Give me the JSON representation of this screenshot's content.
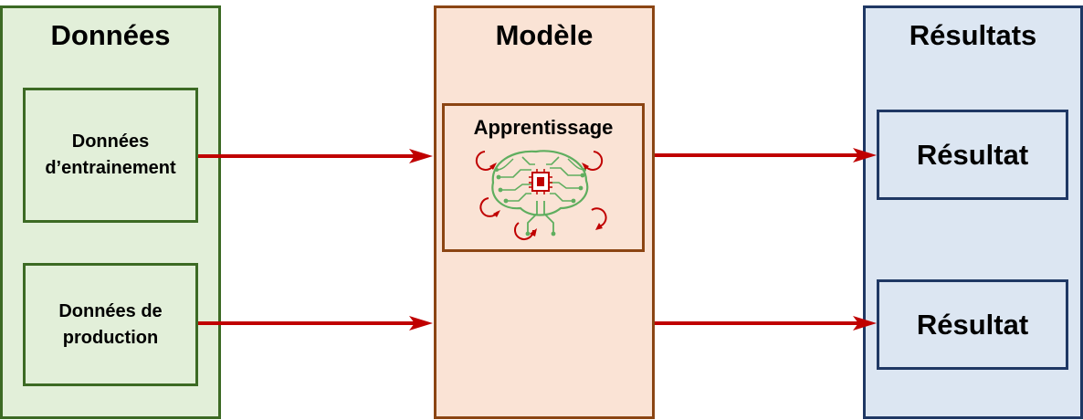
{
  "colors": {
    "data_fill": "#e2efd9",
    "data_border": "#3c6a24",
    "model_fill": "#fae3d5",
    "model_border": "#8b4513",
    "results_fill": "#dce6f2",
    "results_border": "#1f3864",
    "arrow": "#c00000",
    "brain": "#5fae5f"
  },
  "columns": {
    "data": {
      "title": "Données",
      "boxes": [
        {
          "lines": [
            "Données",
            "d’entrainement"
          ]
        },
        {
          "lines": [
            "Données de",
            "production"
          ]
        }
      ]
    },
    "model": {
      "title": "Modèle",
      "learning_label": "Apprentissage",
      "brain_icon": "circuit-brain-icon"
    },
    "results": {
      "title": "Résultats",
      "boxes": [
        {
          "label": "Résultat"
        },
        {
          "label": "Résultat"
        }
      ]
    }
  }
}
